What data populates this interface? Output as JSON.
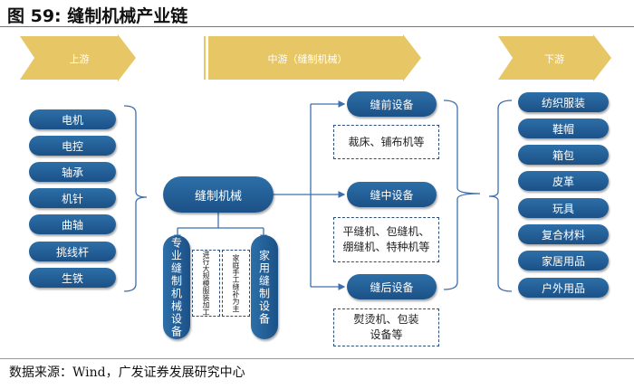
{
  "title": "图 59:  缝制机械产业链",
  "stages": {
    "upstream": "上游",
    "midstream": "中游（缝制机械）",
    "downstream": "下游"
  },
  "upstream_items": [
    "电机",
    "电控",
    "轴承",
    "机针",
    "曲轴",
    "挑线杆",
    "生铁"
  ],
  "center": "缝制机械",
  "categories": [
    {
      "label": "专业缝制机械设备",
      "note": "进行大规模服装加工"
    },
    {
      "label": "家用缝制设备",
      "note": "家庭手工缝补为主"
    }
  ],
  "equipment": [
    {
      "label": "缝前设备",
      "examples": "裁床、铺布机等"
    },
    {
      "label": "缝中设备",
      "examples": "平缝机、包缝机、绷缝机、特种机等"
    },
    {
      "label": "缝后设备",
      "examples": "熨烫机、包装设备等"
    }
  ],
  "downstream_items": [
    "纺织服装",
    "鞋帽",
    "箱包",
    "皮革",
    "玩具",
    "复合材料",
    "家居用品",
    "户外用品"
  ],
  "source": "数据来源：Wind，广发证券发展研究中心",
  "colors": {
    "pill": "#1f5a92",
    "arrow": "#e6c665"
  }
}
